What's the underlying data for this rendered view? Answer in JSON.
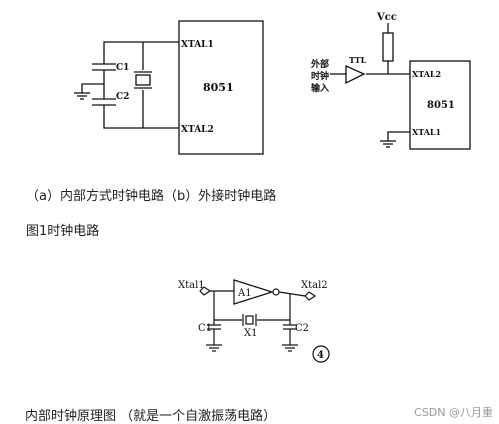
{
  "figure_a": {
    "chip_label": "8051",
    "pin_xtal1": "XTAL1",
    "pin_xtal2": "XTAL2",
    "cap1": "C1",
    "cap2": "C2"
  },
  "figure_b": {
    "vcc": "Vcc",
    "ttl": "TTL",
    "ext_input_line1": "外部",
    "ext_input_line2": "时钟",
    "ext_input_line3": "输入",
    "chip_label": "8051",
    "pin_xtal2": "XTAL2",
    "pin_xtal1": "XTAL1"
  },
  "caption_1": "（a）内部方式时钟电路（b）外接时钟电路",
  "caption_2": "图1时钟电路",
  "figure_c": {
    "xtal1": "Xtal1",
    "xtal2": "Xtal2",
    "amp": "A1",
    "crystal": "X1",
    "cap1": "C1",
    "cap2": "C2",
    "badge": "4"
  },
  "caption_3": "内部时钟原理图 （就是一个自激振荡电路）",
  "watermark": "CSDN @八月重",
  "colors": {
    "line": "#111111",
    "text": "#222222",
    "watermark": "#9a9a9a"
  }
}
